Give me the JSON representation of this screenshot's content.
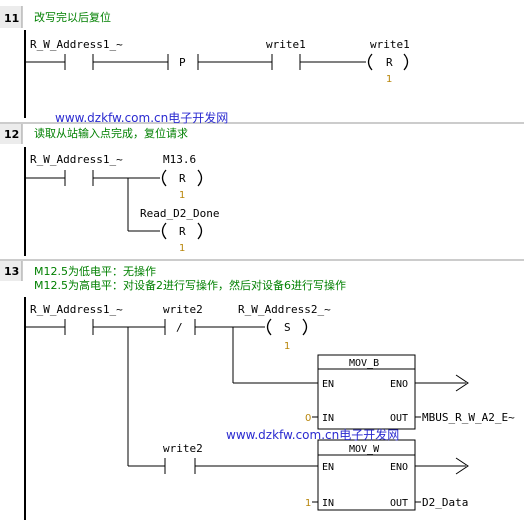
{
  "networks": [
    {
      "number": "11",
      "comments": [
        "改写完以后复位"
      ],
      "contacts": [
        {
          "label": "R_W_Address1_~"
        },
        {
          "label": "P"
        },
        {
          "label": "write1"
        }
      ],
      "coils": [
        {
          "label": "write1",
          "type": "R",
          "value": "1"
        }
      ]
    },
    {
      "number": "12",
      "comments": [
        "读取从站输入点完成，复位请求"
      ],
      "contacts": [
        {
          "label": "R_W_Address1_~"
        }
      ],
      "coils": [
        {
          "label": "M13.6",
          "type": "R",
          "value": "1"
        },
        {
          "label": "Read_D2_Done",
          "type": "R",
          "value": "1"
        }
      ]
    },
    {
      "number": "13",
      "comments": [
        "M12.5为低电平：无操作",
        "M12.5为高电平：对设备2进行写操作，然后对设备6进行写操作"
      ],
      "contacts": [
        {
          "label": "R_W_Address1_~"
        },
        {
          "label": "write2",
          "negated_symbol": "/"
        },
        {
          "label": "write2"
        }
      ],
      "coils": [
        {
          "label": "R_W_Address2_~",
          "type": "S",
          "value": "1"
        }
      ],
      "boxes": [
        {
          "title": "MOV_B",
          "en": "EN",
          "eno": "ENO",
          "in_pin": "IN",
          "out_pin": "OUT",
          "in_value": "0",
          "out_value": "MBUS_R_W_A2_E~"
        },
        {
          "title": "MOV_W",
          "en": "EN",
          "eno": "ENO",
          "in_pin": "IN",
          "out_pin": "OUT",
          "in_value": "1",
          "out_value": "D2_Data"
        }
      ]
    }
  ],
  "watermarks": [
    "www.dzkfw.com.cn电子开发网",
    "www.dzkfw.com.cn电子开发网"
  ]
}
